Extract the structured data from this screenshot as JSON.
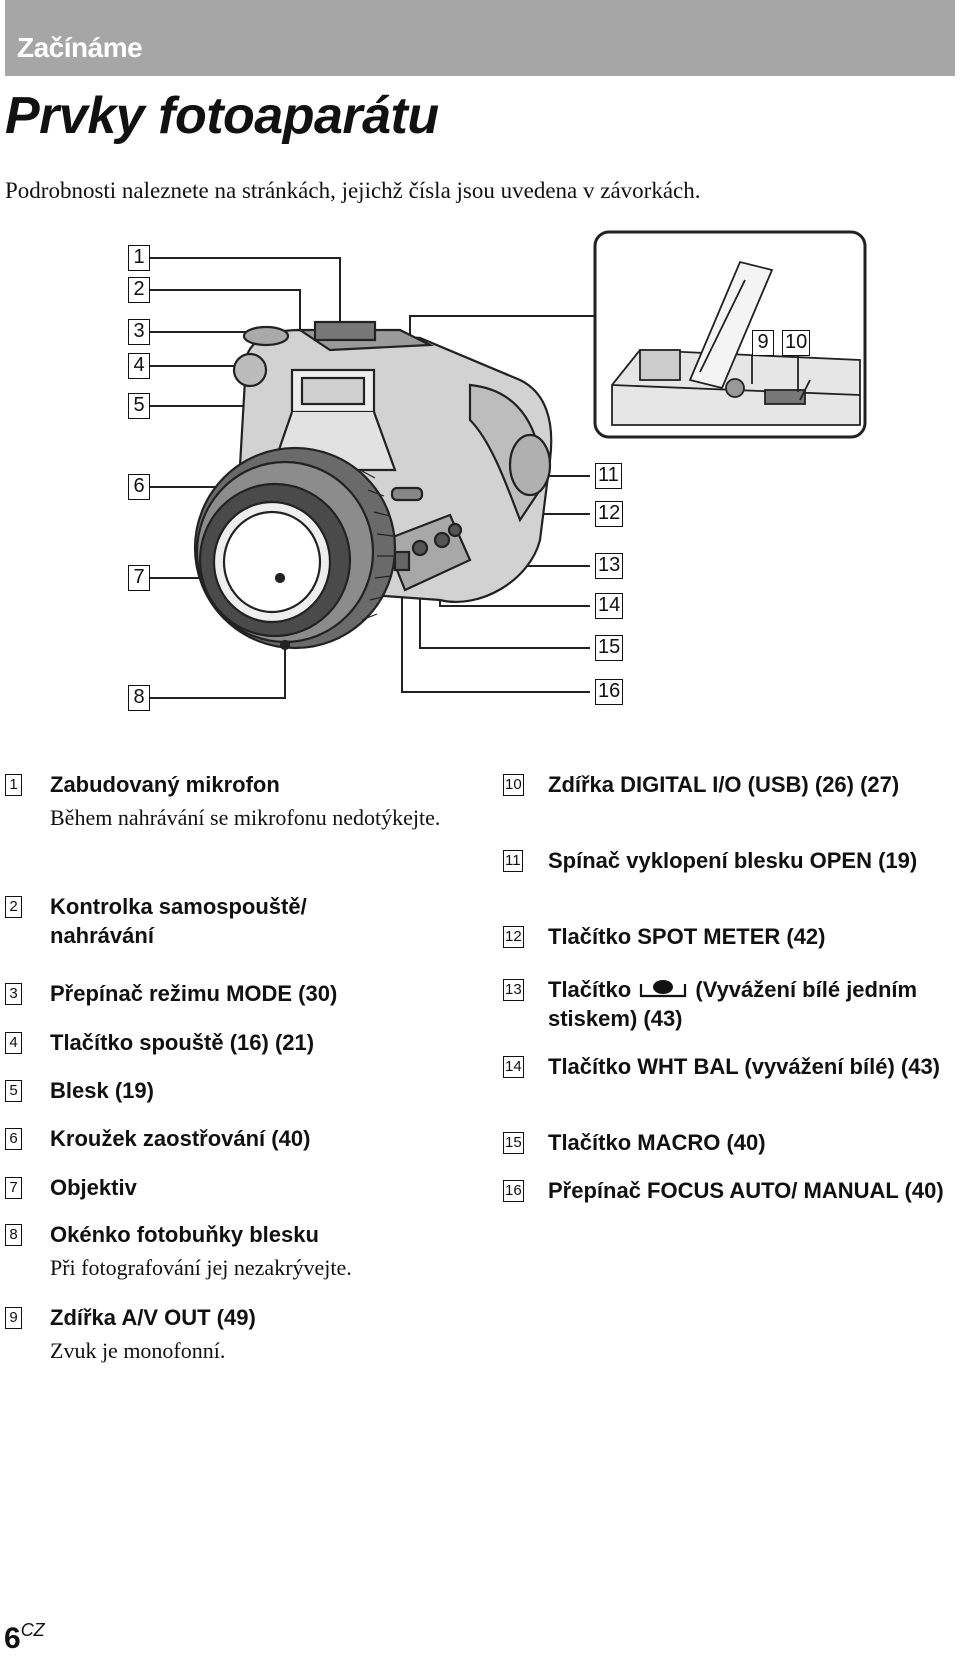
{
  "header": {
    "section": "Začínáme"
  },
  "title": "Prvky fotoaparátu",
  "intro": "Podrobnosti naleznete na stránkách, jejichž čísla jsou uvedena v závorkách.",
  "callouts": [
    "1",
    "2",
    "3",
    "4",
    "5",
    "6",
    "7",
    "8",
    "9",
    "10",
    "11",
    "12",
    "13",
    "14",
    "15",
    "16"
  ],
  "items": [
    {
      "num": "1",
      "label": "Zabudovaný mikrofon",
      "note": "Během nahrávání se mikrofonu nedotýkejte."
    },
    {
      "num": "2",
      "label": "Kontrolka samospouště/ nahrávání"
    },
    {
      "num": "3",
      "label": "Přepínač režimu MODE (30)"
    },
    {
      "num": "4",
      "label": "Tlačítko spouště (16) (21)"
    },
    {
      "num": "5",
      "label": "Blesk (19)"
    },
    {
      "num": "6",
      "label": "Kroužek zaostřování (40)"
    },
    {
      "num": "7",
      "label": "Objektiv"
    },
    {
      "num": "8",
      "label": "Okénko fotobuňky blesku",
      "note": "Při fotografování jej nezakrývejte."
    },
    {
      "num": "9",
      "label": "Zdířka A/V OUT (49)",
      "note": "Zvuk je monofonní."
    },
    {
      "num": "10",
      "label": "Zdířka DIGITAL I/O (USB) (26) (27)"
    },
    {
      "num": "11",
      "label": "Spínač vyklopení blesku OPEN (19)"
    },
    {
      "num": "12",
      "label": "Tlačítko SPOT METER (42)"
    },
    {
      "num": "13",
      "label_before": "Tlačítko",
      "icon": "one-push-white-balance-icon",
      "label_after": "(Vyvážení bílé jedním stiskem) (43)"
    },
    {
      "num": "14",
      "label": "Tlačítko WHT BAL (vyvážení bílé) (43)"
    },
    {
      "num": "15",
      "label": "Tlačítko MACRO (40)"
    },
    {
      "num": "16",
      "label": "Přepínač FOCUS AUTO/ MANUAL (40)"
    }
  ],
  "footer": {
    "page": "6",
    "lang": "CZ"
  }
}
